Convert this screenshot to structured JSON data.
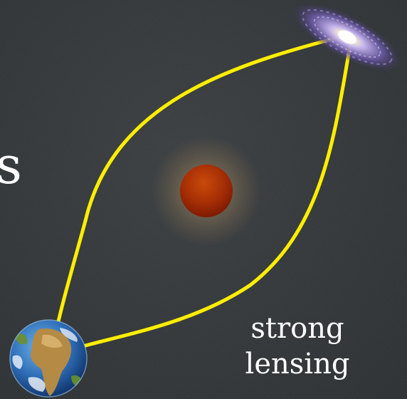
{
  "cropped_title_letter": "s",
  "caption": {
    "line1": "strong",
    "line2": "lensing"
  },
  "colors": {
    "background": "#2f3335",
    "light_path": "#ffee00",
    "lens_mass": "#b33a00",
    "text": "#ffffff"
  },
  "icons": [
    "galaxy-icon",
    "earth-icon",
    "lens-mass-icon"
  ]
}
